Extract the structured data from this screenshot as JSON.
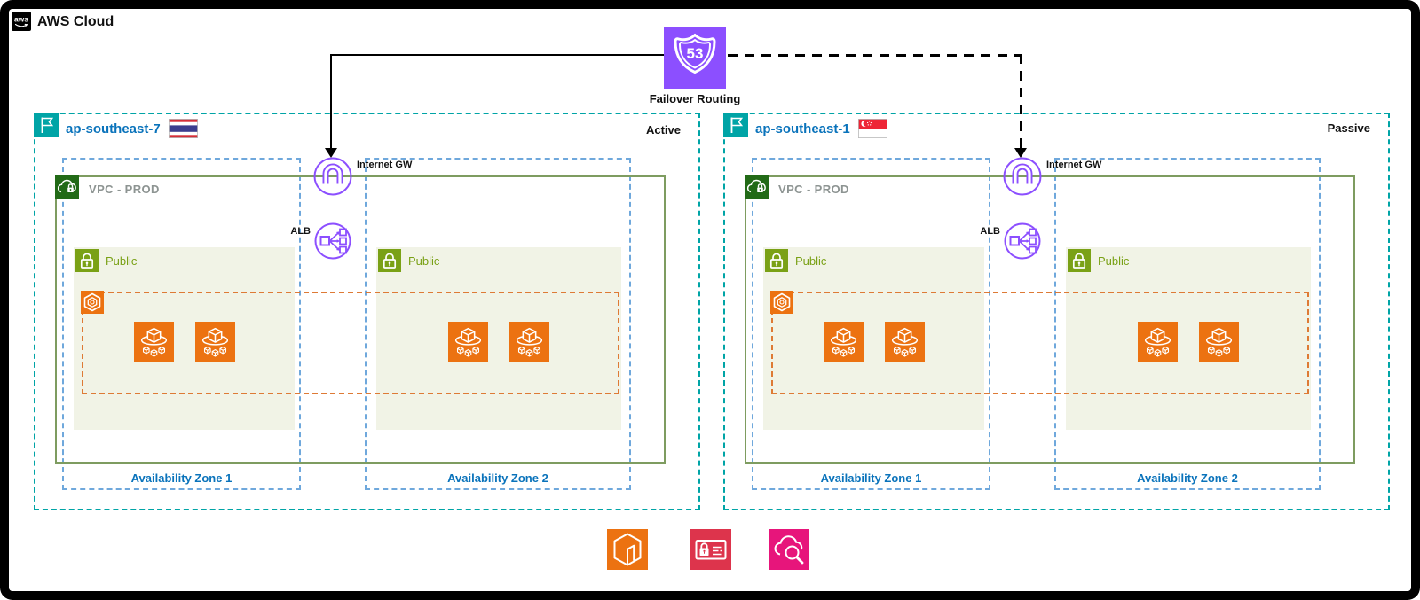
{
  "header": {
    "title": "AWS Cloud",
    "logo_text": "aws"
  },
  "route53": {
    "number": "53",
    "label": "Failover Routing"
  },
  "regions": [
    {
      "name": "ap-southeast-7",
      "flag": "thailand-flag",
      "mode": "Active",
      "vpc_label": "VPC - PROD",
      "igw_label": "Internet GW",
      "alb_label": "ALB",
      "azs": [
        {
          "label": "Availability Zone 1",
          "subnet_label": "Public"
        },
        {
          "label": "Availability Zone 2",
          "subnet_label": "Public"
        }
      ]
    },
    {
      "name": "ap-southeast-1",
      "flag": "singapore-flag",
      "mode": "Passive",
      "vpc_label": "VPC - PROD",
      "igw_label": "Internet GW",
      "alb_label": "ALB",
      "azs": [
        {
          "label": "Availability Zone 1",
          "subnet_label": "Public"
        },
        {
          "label": "Availability Zone 2",
          "subnet_label": "Public"
        }
      ]
    }
  ],
  "footer_icons": [
    "ecs-icon",
    "secrets-manager-icon",
    "cloudwatch-icon"
  ],
  "colors": {
    "purple": "#8C4FFF",
    "container_orange": "#EC7211",
    "subnet_green": "#7AA116",
    "vpc_icon_green": "#226A17",
    "vpc_border": "#7E9C60",
    "region_teal": "#00A4A6",
    "az_blue": "#6FA8DC",
    "label_blue": "#0A73BB",
    "subnet_fill": "#F1F3E6",
    "cluster_orange": "#DE7A35",
    "secrets_red": "#DD344C",
    "cloudwatch_pink": "#E7157B"
  }
}
